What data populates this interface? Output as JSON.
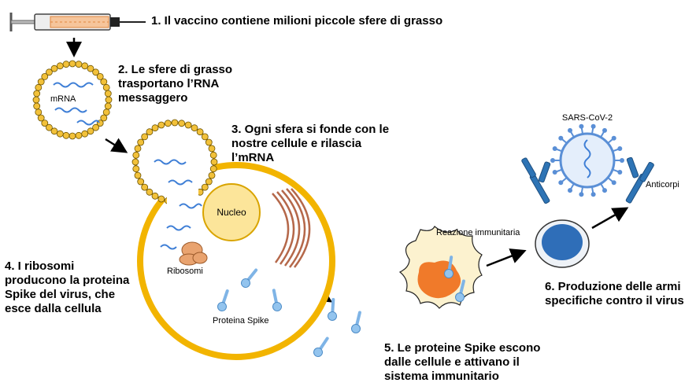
{
  "steps": [
    {
      "lines": [
        "1. Il vaccino contiene milioni piccole sfere di grasso"
      ]
    },
    {
      "lines": [
        "2. Le sfere di grasso",
        "trasportano l’RNA",
        "messaggero"
      ]
    },
    {
      "lines": [
        "3. Ogni sfera si fonde con le",
        "nostre cellule e rilascia",
        "l’mRNA"
      ]
    },
    {
      "lines": [
        "4. I ribosomi",
        "producono la proteina",
        "Spike del virus, che",
        "esce dalla cellula"
      ]
    },
    {
      "lines": [
        "5. Le proteine Spike escono",
        "dalle cellule e attivano il",
        "sistema immunitario"
      ]
    },
    {
      "lines": [
        "6. Produzione delle armi",
        "specifiche contro il virus"
      ]
    }
  ],
  "labels": {
    "mrna": "mRNA",
    "nucleo": "Nucleo",
    "ribosomi": "Ribosomi",
    "proteina_spike": "Proteina Spike",
    "reazione": "Reazione immunitaria",
    "sars": "SARS-CoV-2",
    "anticorpi": "Anticorpi"
  },
  "colors": {
    "lipid_head": "#f2c13a",
    "lipid_outline": "#6b5200",
    "cell_membrane": "#f2b400",
    "nucleus": "#fce59a",
    "nucleus_outline": "#d9a400",
    "mrna": "#3f7fd6",
    "ribosome": "#e9a36f",
    "golgi": "#b5684a",
    "spike": "#93c4ee",
    "immune_cell": "#fcf2cf",
    "immune_nucleus": "#f07a2a",
    "b_cell_nucleus": "#2f6eb8",
    "antibody": "#2e74b5",
    "virus": "#5a8fd6"
  }
}
